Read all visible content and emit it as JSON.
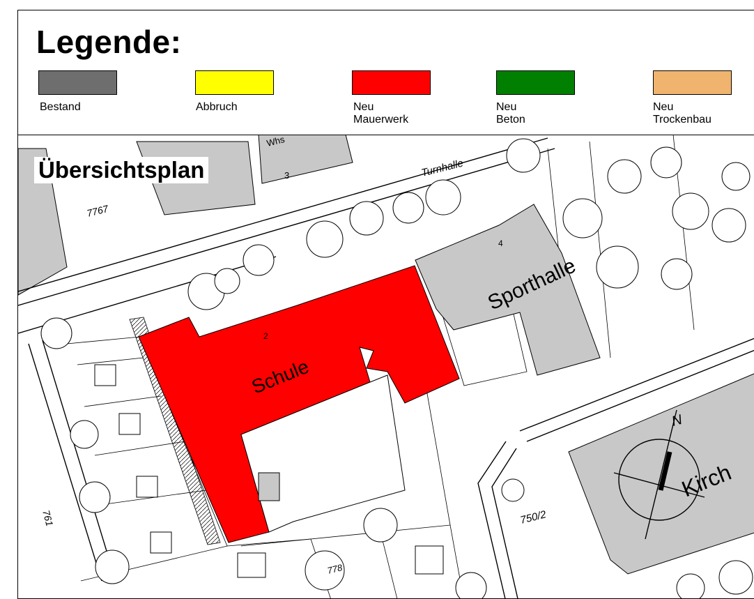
{
  "legend": {
    "title": "Legende:",
    "items": [
      {
        "label": "Bestand",
        "color": "#6e6e6e"
      },
      {
        "label": "Abbruch",
        "color": "#ffff00"
      },
      {
        "label": "Neu\nMauerwerk",
        "color": "#ff0000"
      },
      {
        "label": "Neu\nBeton",
        "color": "#007f00"
      },
      {
        "label": "Neu\nTrockenbau",
        "color": "#f0b46e"
      }
    ]
  },
  "plan": {
    "title": "Übersichtsplan",
    "labels": {
      "schule": "Schule",
      "sporthalle": "Sporthalle",
      "kirche": "Kirch",
      "turnhalle": "Turnhalle",
      "whs": "Whs",
      "parcel_7767": "7767",
      "parcel_761": "761",
      "parcel_750_2": "750/2",
      "parcel_778": "778",
      "house_2": "2",
      "house_3": "3",
      "house_4": "4",
      "north": "N"
    }
  }
}
